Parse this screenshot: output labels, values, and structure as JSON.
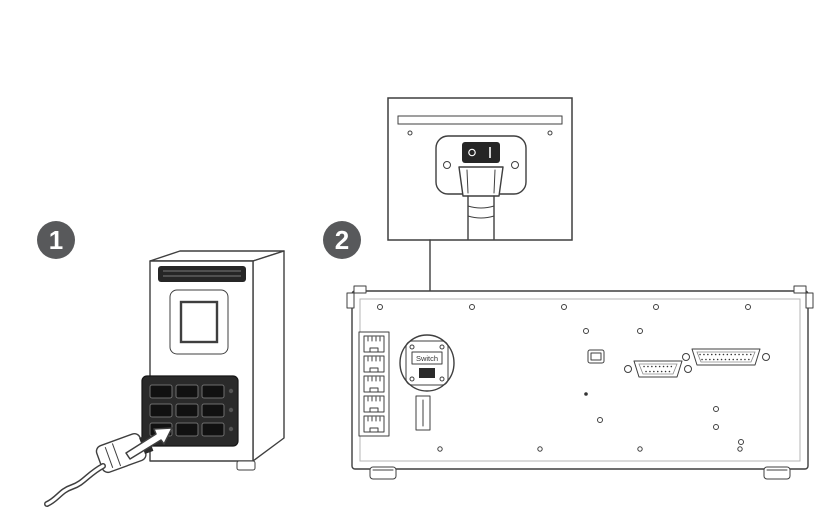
{
  "figure": {
    "steps": [
      {
        "number": "1"
      },
      {
        "number": "2"
      }
    ],
    "labels": {
      "switch": "Switch"
    },
    "colors": {
      "background": "#ffffff",
      "badge_fill": "#58595b",
      "badge_text": "#ffffff",
      "outline": "#3f3f3f",
      "dark_fill": "#262626"
    },
    "icons": {
      "step1": [
        "vent-grille-icon",
        "power-inlet-block-icon",
        "power-plug-icon",
        "insertion-arrow-icon"
      ],
      "step2": [
        "power-switch-icon",
        "callout-plug-icon",
        "ethernet-ports-icon",
        "small-port-icon",
        "db9-connector-icon",
        "db25-connector-icon"
      ]
    }
  }
}
